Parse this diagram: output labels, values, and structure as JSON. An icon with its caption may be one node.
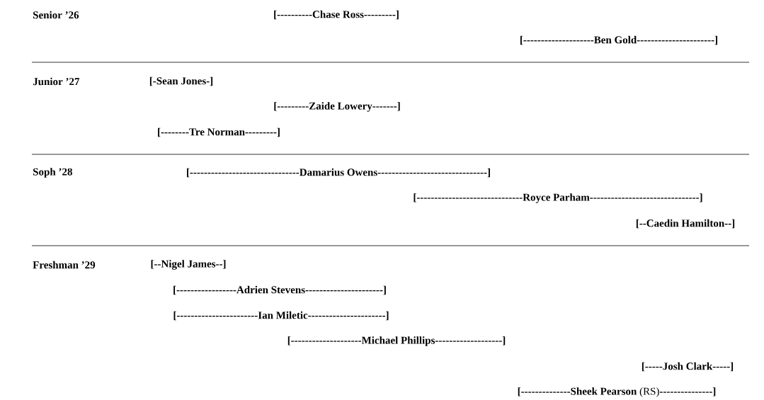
{
  "diagram": {
    "labels": [
      "Senior ’26",
      "[----------Chase Ross---------]",
      "[--------------------Ben Gold----------------------]",
      "Junior ’27",
      "[-Sean Jones-]",
      "[---------Zaide Lowery-------]",
      "[--------Tre Norman---------]",
      "Soph ’28",
      "[-------------------------------Damarius Owens-------------------------------]",
      "[------------------------------Royce Parham-------------------------------]",
      "[--Caedin Hamilton--]",
      "Freshman ’29",
      "[--Nigel James--]",
      "[-----------------Adrien Stevens----------------------]",
      "[-----------------------Ian Miletic----------------------]",
      "[--------------------Michael Phillips-------------------]",
      "[-----Josh Clark-----]",
      "**[--------------Sheek Pearson** (RS)**---------------]**"
    ]
  }
}
